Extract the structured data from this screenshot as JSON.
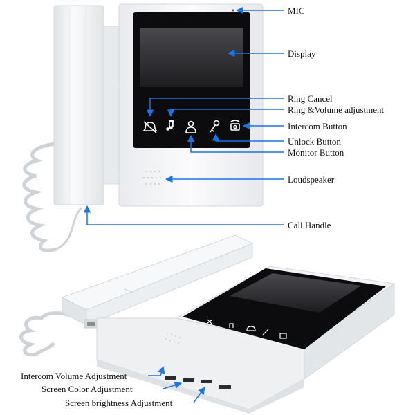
{
  "colors": {
    "arrow": "#1a73e8",
    "device_body": "#f4f5f6",
    "screen": "#0c0c0e",
    "display_top": "#3a3a3d",
    "label_text": "#111111"
  },
  "front_view": {
    "labels": {
      "mic": "MIC",
      "display": "Display",
      "ring_cancel": "Ring Cancel",
      "ring_volume": "Ring &Volume adjustment",
      "intercom": "Intercom Button",
      "unlock": "Unlock Button",
      "monitor": "Monitor Button",
      "loudspeaker": "Loudspeaker",
      "call_handle": "Call Handle"
    },
    "icons": [
      "bell-off-icon",
      "music-note-icon",
      "person-icon",
      "key-icon",
      "intercom-icon"
    ]
  },
  "angled_view": {
    "labels": {
      "intercom_volume": "Intercom Volume Adjustment",
      "screen_color": "Screen Color Adjustment",
      "screen_brightness": "Screen brightness Adjustment"
    }
  }
}
